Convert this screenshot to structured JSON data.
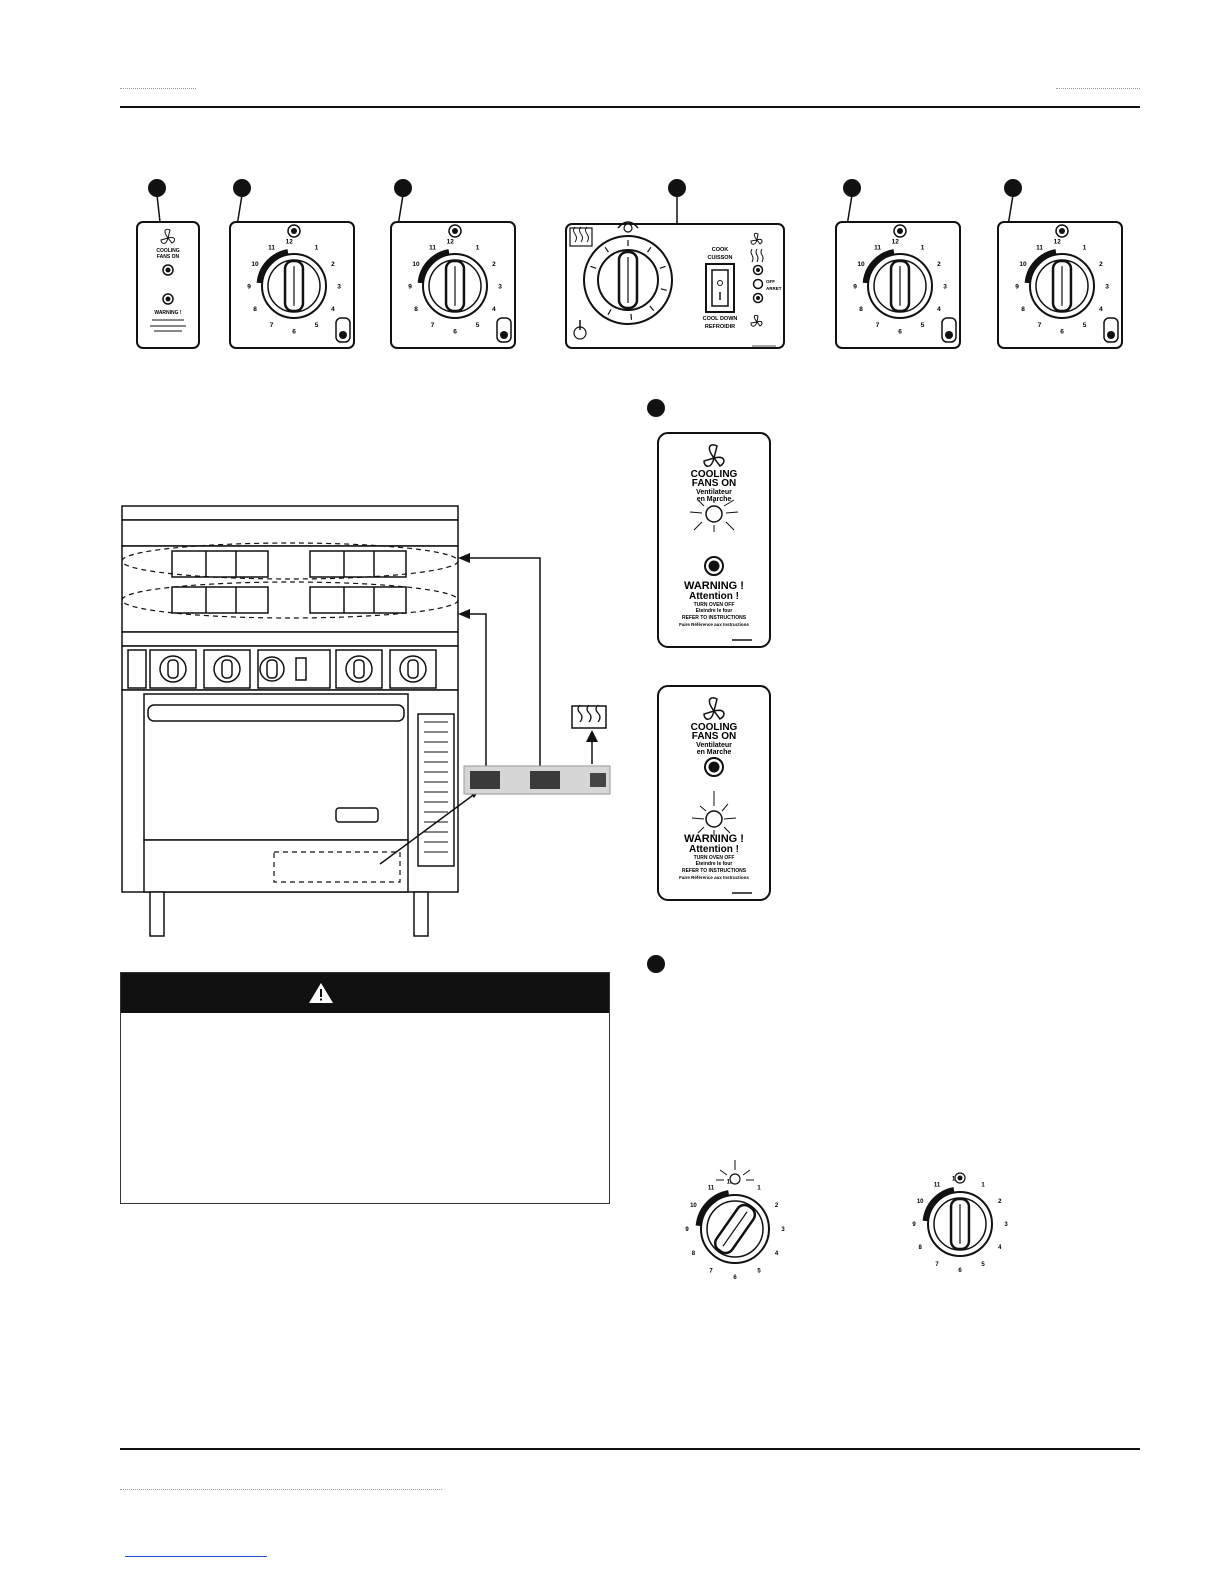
{
  "panels": {
    "dial_numbers": [
      "12",
      "1",
      "2",
      "3",
      "4",
      "5",
      "6",
      "7",
      "8",
      "9",
      "10",
      "11"
    ],
    "fan_panel_small": {
      "title_1": "COOLING",
      "title_2": "FANS ON",
      "warning": "WARNING !"
    },
    "oven_panel": {
      "cook": "COOK",
      "cuisson": "CUISSON",
      "cool_down": "COOL DOWN",
      "refroidir": "REFROIDIR",
      "off": "OFF",
      "arret": "ARRET"
    }
  },
  "fan_label": {
    "title_1": "COOLING",
    "title_2": "FANS ON",
    "sub_1": "Ventilateur",
    "sub_2": "en Marche",
    "warning": "WARNING !",
    "attention": "Attention !",
    "line_1": "TURN OVEN OFF",
    "line_2": "Eteindre le four",
    "line_3": "REFER TO INSTRUCTIONS",
    "line_4": "Faire Référence aux Instructions"
  },
  "colors": {
    "ink": "#111111",
    "accent_red": "#d0021b",
    "link_blue": "#2b4fd6"
  }
}
